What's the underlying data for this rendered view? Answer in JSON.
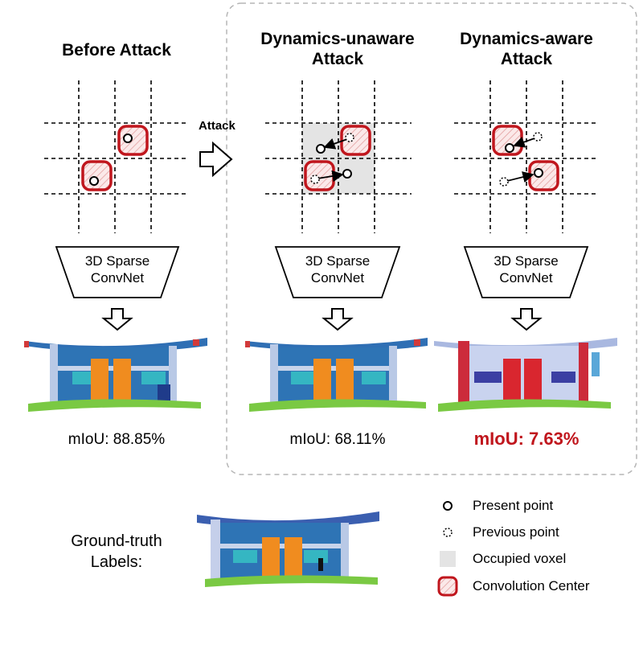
{
  "titles": {
    "before": "Before Attack",
    "unaware_line1": "Dynamics-unaware",
    "unaware_line2": "Attack",
    "aware_line1": "Dynamics-aware",
    "aware_line2": "Attack"
  },
  "attack_label": "Attack",
  "network": {
    "line1": "3D Sparse",
    "line2": "ConvNet"
  },
  "results": {
    "before": "mIoU: 88.85%",
    "unaware": "mIoU: 68.11%",
    "aware": "mIoU: 7.63%"
  },
  "ground_truth": {
    "line1": "Ground-truth",
    "line2": "Labels:"
  },
  "legend": {
    "present": "Present point",
    "previous": "Previous point",
    "occupied": "Occupied voxel",
    "center": "Convolution Center"
  },
  "colors": {
    "conv_center": "#c0161d",
    "occupied_voxel": "#e4e4e4",
    "highlight_text": "#c0161d"
  }
}
